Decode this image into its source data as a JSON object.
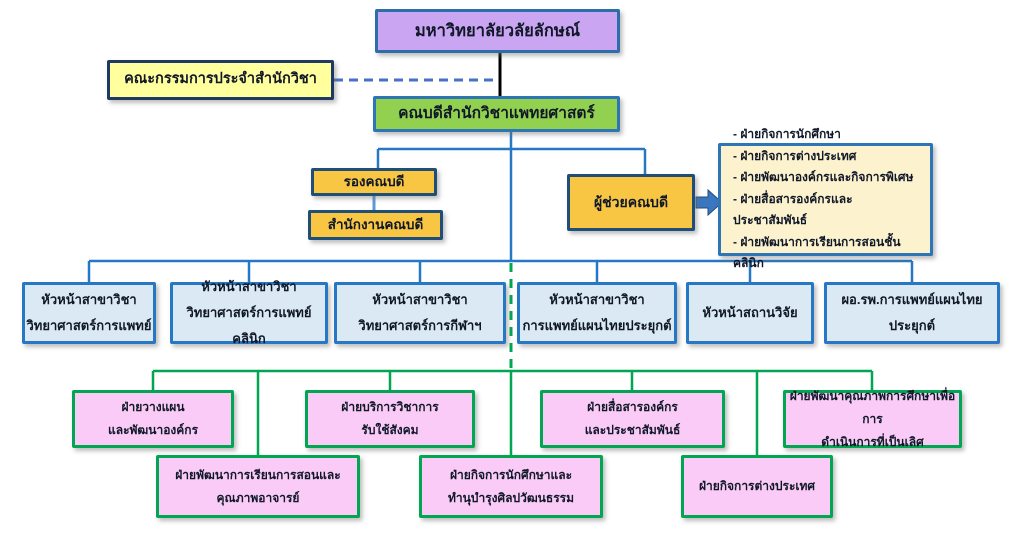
{
  "nodes": {
    "university": "มหาวิทยาลัยวลัยลักษณ์",
    "committee": "คณะกรรมการประจำสำนักวิชา",
    "dean": "คณบดีสำนักวิชาแพทยศาสตร์",
    "vice_dean": "รองคณบดี",
    "dean_office": "สำนักงานคณบดี",
    "assistant_dean": "ผู้ช่วยคณบดี"
  },
  "assistant_units": {
    "items": [
      "- ฝ่ายกิจการนักศึกษา",
      "- ฝ่ายกิจการต่างประเทศ",
      "- ฝ่ายพัฒนาองค์กรและกิจการพิเศษ",
      "- ฝ่ายสื่อสารองค์กรและประชาสัมพันธ์",
      "- ฝ่ายพัฒนาการเรียนการสอนชั้นคลินิก"
    ]
  },
  "department_heads": [
    {
      "lines": [
        "หัวหน้าสาขาวิชา",
        "วิทยาศาสตร์การแพทย์"
      ]
    },
    {
      "lines": [
        "หัวหน้าสาขาวิชา",
        "วิทยาศาสตร์การแพทย์คลินิก"
      ]
    },
    {
      "lines": [
        "หัวหน้าสาขาวิชา",
        "วิทยาศาสตร์การกีฬาฯ"
      ]
    },
    {
      "lines": [
        "หัวหน้าสาขาวิชา",
        "การแพทย์แผนไทยประยุกต์"
      ]
    },
    {
      "lines": [
        "หัวหน้าสถานวิจัย"
      ]
    },
    {
      "lines": [
        "ผอ.รพ.การแพทย์แผนไทย",
        "ประยุกต์"
      ]
    }
  ],
  "divisions_row1": [
    {
      "lines": [
        "ฝ่ายวางแผน",
        "และพัฒนาองค์กร"
      ]
    },
    {
      "lines": [
        "ฝ่ายบริการวิชาการ",
        "รับใช้สังคม"
      ]
    },
    {
      "lines": [
        "ฝ่ายสื่อสารองค์กร",
        "และประชาสัมพันธ์"
      ]
    },
    {
      "lines": [
        "ฝ่ายพัฒนาคุณภาพการศึกษาเพื่อการ",
        "ดำเนินการที่เป็นเลิศ"
      ]
    }
  ],
  "divisions_row2": [
    {
      "lines": [
        "ฝ่ายพัฒนาการเรียนการสอนและ",
        "คุณภาพอาจารย์"
      ]
    },
    {
      "lines": [
        "ฝ่ายกิจการนักศึกษาและ",
        "ทำนุบำรุงศิลปวัฒนธรรม"
      ]
    },
    {
      "lines": [
        "ฝ่ายกิจการต่างประเทศ"
      ]
    }
  ],
  "colors": {
    "university_fill": "#C9A5F2",
    "committee_fill": "#FFFF9E",
    "dean_fill": "#92D050",
    "gold_fill": "#F8C643",
    "cream_fill": "#FDF2CE",
    "blue_box_fill": "#DBE9F5",
    "pink_fill": "#F9CBF6",
    "blue_connector": "#2778C4",
    "light_blue_connector": "#5B9BD5",
    "green_connector": "#00A651",
    "dashed_committee_line": "#4472C4",
    "black_line": "#000000",
    "arrow_fill": "#3B76C0",
    "navy_border": "#1F4E79"
  }
}
